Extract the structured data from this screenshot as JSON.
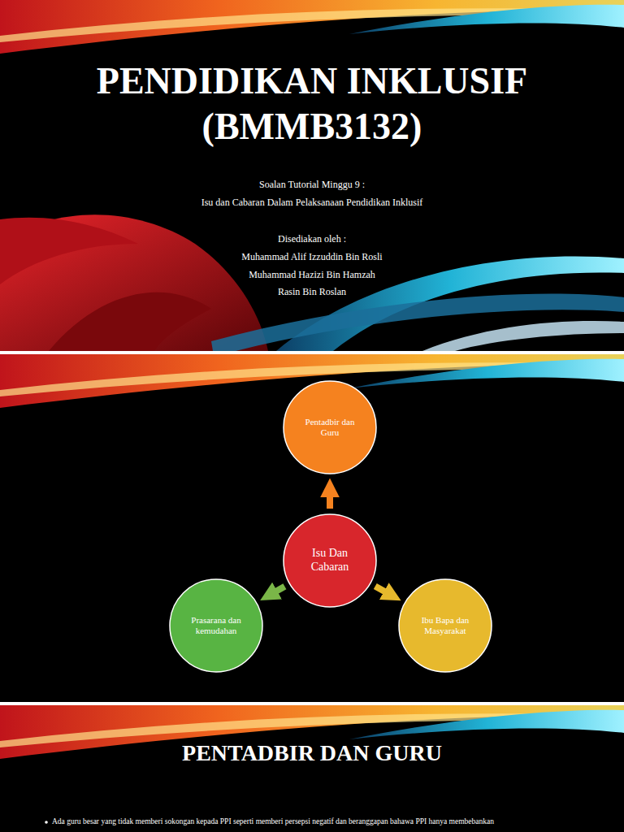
{
  "diagram": {
    "title": "PENDIDIKAN INKLUSIF (BMMB3132)",
    "nodes": [
      {
        "text": [
          "Pentadbir dan Guru"
        ]
      },
      {
        "text": [
          "Isu Dan Cabaran"
        ]
      },
      {
        "text": [
          "Prasarana dan kemudahan"
        ]
      },
      {
        "text": [
          "Ibu Bapa dan Masyarakat"
        ]
      }
    ],
    "edges": [
      {
        "from": 1,
        "to": 0,
        "arrow": "to"
      },
      {
        "from": 1,
        "to": 2,
        "arrow": "to"
      },
      {
        "from": 1,
        "to": 3,
        "arrow": "to"
      }
    ],
    "labels": [
      "Soalan Tutorial Minggu 9 :",
      "Isu dan Cabaran Dalam Pelaksanaan Pendidikan Inklusif",
      "Disediakan oleh :",
      "Muhammad Alif Izzuddin Bin Rosli",
      "Muhammad Hazizi Bin Hamzah",
      "Rasin Bin Roslan",
      "PENTADBIR DAN GURU",
      "Ada guru besar yang tidak memberi sokongan kepada PPI seperti memberi persepsi negatif dan beranggapan bahawa PPI hanya membebankan"
    ]
  }
}
